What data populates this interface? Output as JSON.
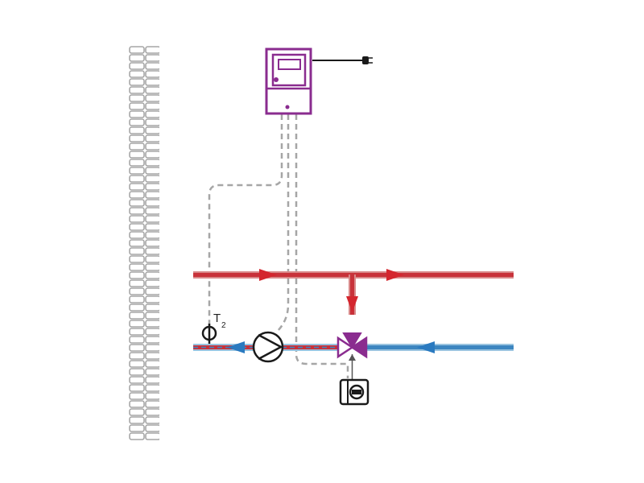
{
  "sensor": {
    "label": "T",
    "subscript": "2"
  },
  "colors": {
    "hot_pipe": "#c8323a",
    "hot_pipe_edge": "#d98a8a",
    "cold_pipe": "#3c86c0",
    "cold_pipe_edge": "#9ac4e0",
    "arrow_hot": "#d4262e",
    "arrow_cold": "#2a7ac0",
    "controller": "#8a2c8f",
    "valve": "#8a2c8f",
    "wall": "#a6a6a6",
    "dashed_cable": "#a6a6a6",
    "symbol": "#1a1a1a"
  },
  "icons": [
    "brick-wall",
    "controller-unit",
    "power-plug-icon",
    "circulation-pump-icon",
    "three-way-mixing-valve-icon",
    "valve-actuator-icon",
    "temperature-sensor-icon"
  ]
}
